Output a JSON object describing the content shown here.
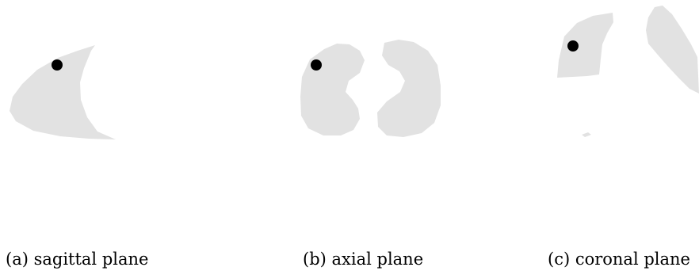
{
  "colors": {
    "lung": "#e2e2e2",
    "nodule": "#000000",
    "background": "#ffffff"
  },
  "panels": [
    {
      "key": "a",
      "caption": "(a) sagittal plane"
    },
    {
      "key": "b",
      "caption": "(b) axial plane"
    },
    {
      "key": "c",
      "caption": "(c) coronal plane"
    }
  ]
}
